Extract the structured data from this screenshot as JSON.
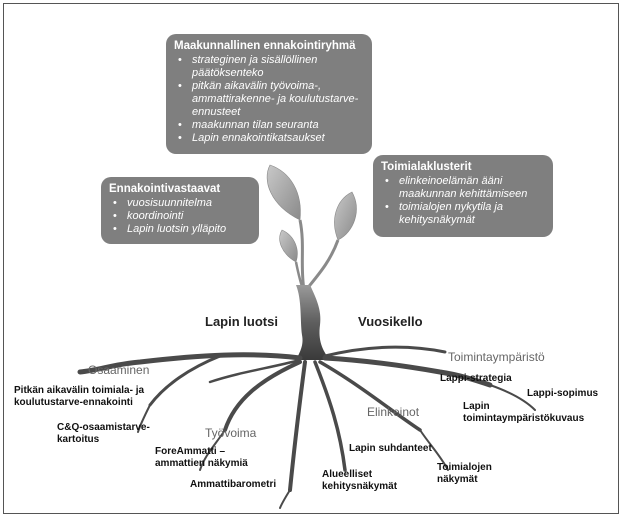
{
  "boxes": {
    "maakunnallinen": {
      "title": "Maakunnallinen ennakointiryhmä",
      "items": [
        "strateginen ja sisällöllinen päätöksenteko",
        "pitkän aikavälin työvoima-, ammattirakenne- ja koulutustarve-ennusteet",
        "maakunnan tilan seuranta",
        "Lapin ennakointikatsaukset"
      ]
    },
    "ennakointivastaavat": {
      "title": "Ennakointivastaavat",
      "items": [
        "vuosisuunnitelma",
        "koordinointi",
        "Lapin luotsin ylläpito"
      ]
    },
    "toimialaklusterit": {
      "title": "Toimialaklusterit",
      "items": [
        "elinkeinoelämän ääni maakunnan kehittämiseen",
        "toimialojen nykytila ja kehitysnäkymät"
      ]
    }
  },
  "branches": {
    "lapin_luotsi": "Lapin luotsi",
    "vuosikello": "Vuosikello"
  },
  "categories": {
    "osaaminen": "Osaaminen",
    "tyovoima": "Työvoima",
    "elinkeinot": "Elinkeinot",
    "toimintaymparisto": "Toimintaympäristö"
  },
  "roots": {
    "pitkan": "Pitkän aikavälin toimiala- ja koulutustarve-ennakointi",
    "cq": "C&Q-osaamistarve- kartoitus",
    "foreammatti": "ForeAmmatti – ammattien näkymiä",
    "ammattibarometri": "Ammattibarometri",
    "alueelliset": "Alueelliset kehitysnäkymät",
    "suhdanteet": "Lapin suhdanteet",
    "toimialojen": "Toimialojen näkymät",
    "lappi_strategia": "Lappi-strategia",
    "lappi_sopimus": "Lappi-sopimus",
    "toimintaymparistokuvaus": "Lapin toimintaympäristökuvaus"
  }
}
